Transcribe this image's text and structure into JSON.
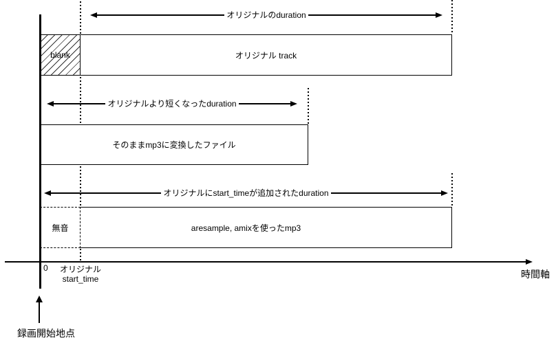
{
  "labels": {
    "arrow_top": "オリジナルのduration",
    "arrow_mid": "オリジナルより短くなったduration",
    "arrow_bottom": "オリジナルにstart_timeが追加されたduration",
    "box_blank": "blank",
    "box_original_track": "オリジナル track",
    "box_mp3_converted": "そのままmp3に変換したファイル",
    "box_silence": "無音",
    "box_amix": "aresample, amixを使ったmp3",
    "origin_zero": "0",
    "start_time_line1": "オリジナル",
    "start_time_line2": "start_time",
    "time_axis": "時間軸",
    "recording_start": "録画開始地点"
  },
  "colors": {
    "line": "#000000",
    "background": "#ffffff"
  }
}
